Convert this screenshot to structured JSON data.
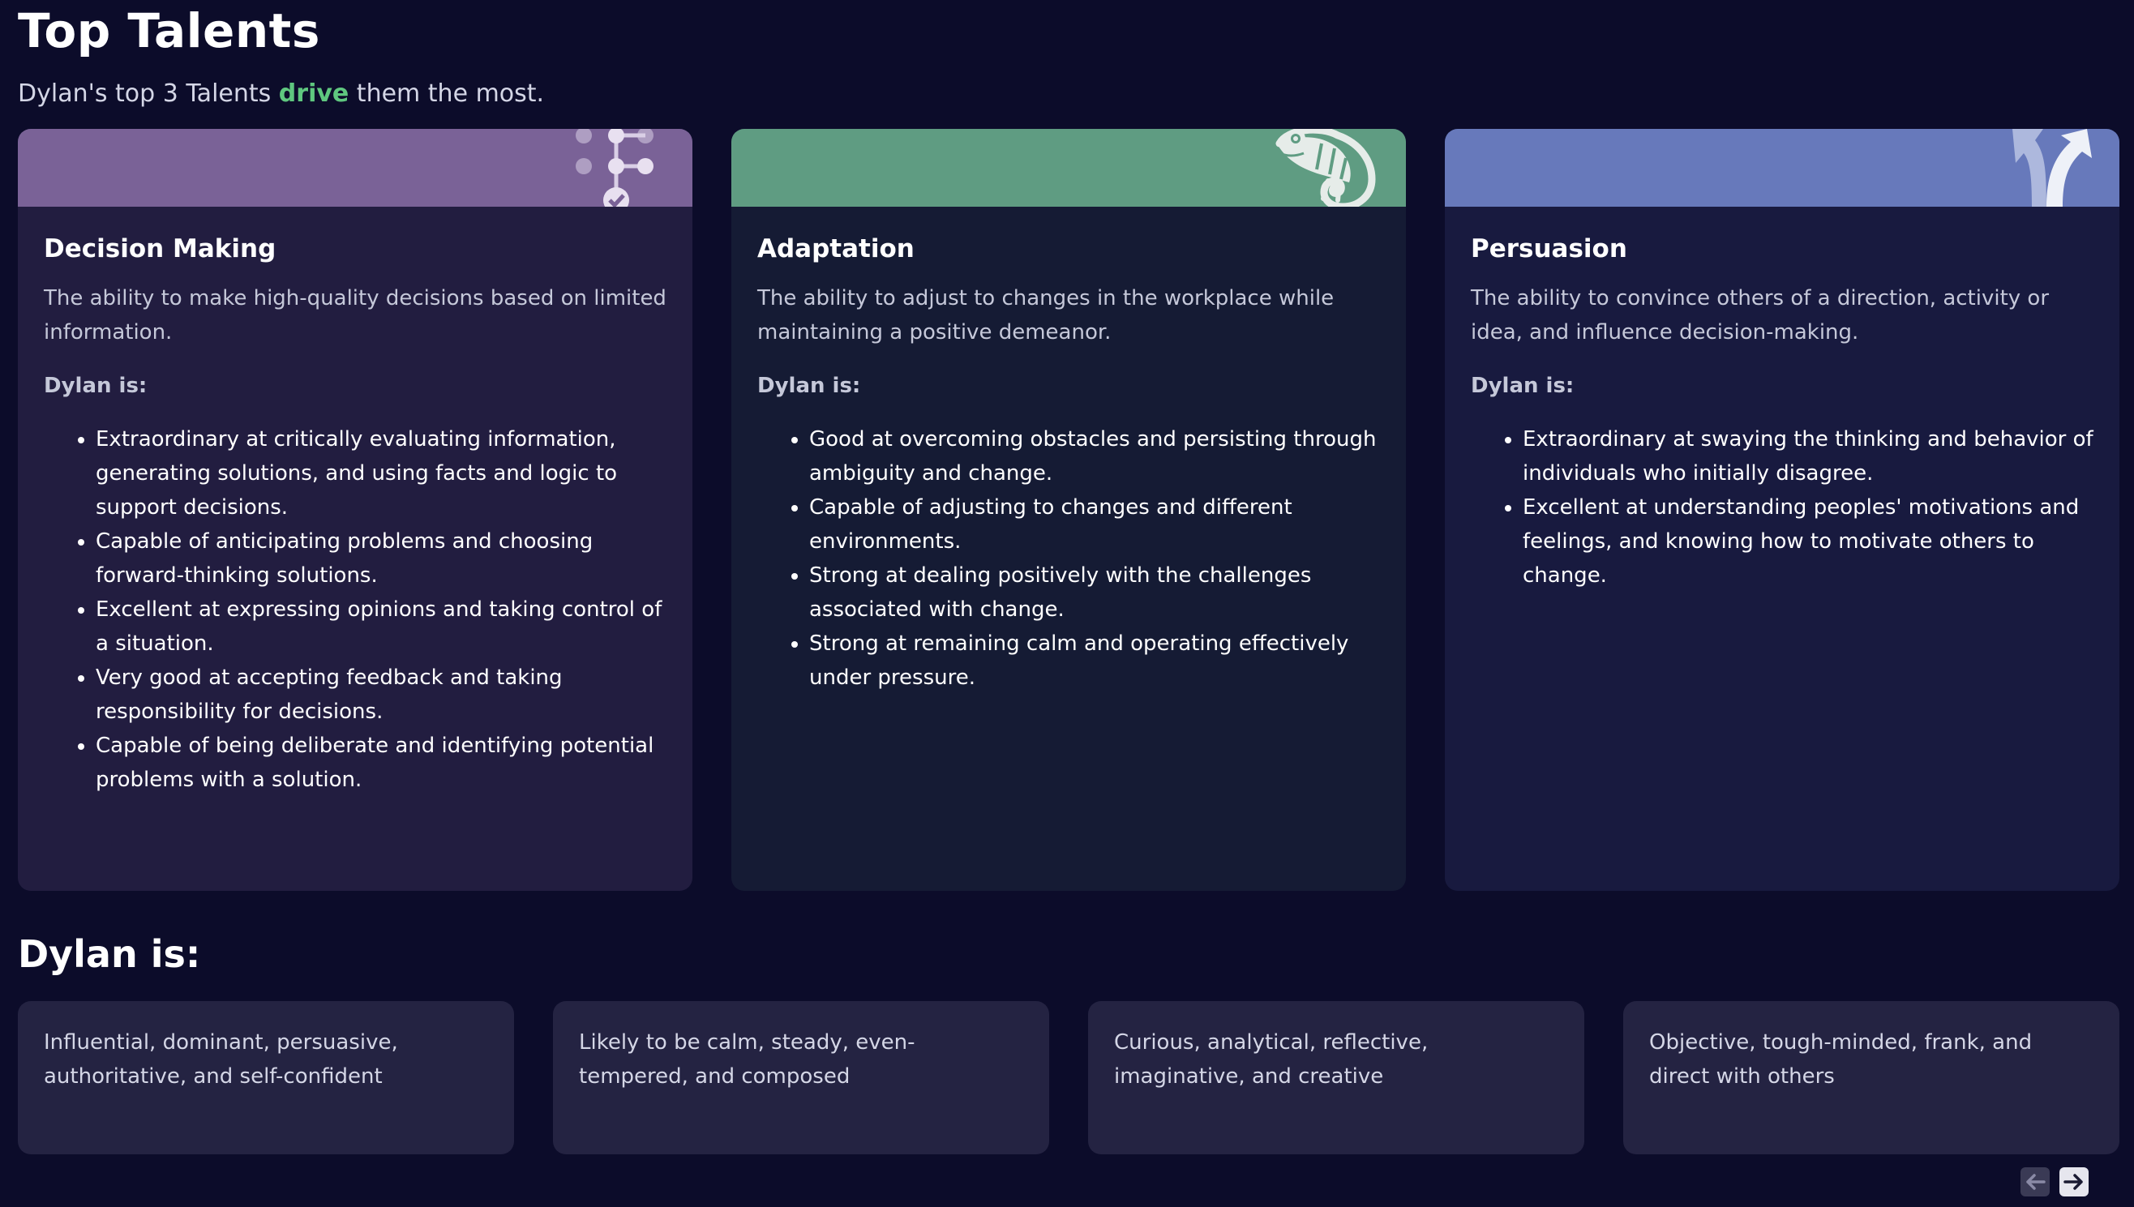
{
  "header": {
    "title": "Top Talents",
    "subtitle_pre": "Dylan's top 3 Talents ",
    "subtitle_accent": "drive",
    "subtitle_post": " them the most."
  },
  "talents": [
    {
      "title": "Decision Making",
      "description": "The ability to make high-quality decisions based on limited information.",
      "label": "Dylan is:",
      "icon": "decision-tree-icon",
      "banner_color": "#7a6297",
      "bullets": [
        "Extraordinary at critically evaluating information, generating solutions, and using facts and logic to support decisions.",
        "Capable of anticipating problems and choosing forward-thinking solutions.",
        "Excellent at expressing opinions and taking control of a situation.",
        "Very good at accepting feedback and taking responsibility for decisions.",
        "Capable of being deliberate and identifying potential problems with a solution."
      ]
    },
    {
      "title": "Adaptation",
      "description": "The ability to adjust to changes in the workplace while maintaining a positive demeanor.",
      "label": "Dylan is:",
      "icon": "chameleon-icon",
      "banner_color": "#5f9c82",
      "bullets": [
        "Good at overcoming obstacles and persisting through ambiguity and change.",
        "Capable of adjusting to changes and different environments.",
        "Strong at dealing positively with the challenges associated with change.",
        "Strong at remaining calm and operating effectively under pressure."
      ]
    },
    {
      "title": "Persuasion",
      "description": "The ability to convince others of a direction, activity or idea, and influence decision-making.",
      "label": "Dylan is:",
      "icon": "diverging-arrows-icon",
      "banner_color": "#6779bb",
      "bullets": [
        "Extraordinary at swaying the thinking and behavior of individuals who initially disagree.",
        "Excellent at understanding peoples' motivations and feelings, and knowing how to motivate others to change."
      ]
    }
  ],
  "traits_section": {
    "title": "Dylan is:",
    "items": [
      "Influential, dominant, persuasive, authoritative, and self-confident",
      "Likely to be calm, steady, even-tempered, and composed",
      "Curious, analytical, reflective, imaginative, and creative",
      "Objective, tough-minded, frank, and direct with others"
    ]
  },
  "pager": {
    "prev_icon": "arrow-left-icon",
    "next_icon": "arrow-right-icon"
  }
}
